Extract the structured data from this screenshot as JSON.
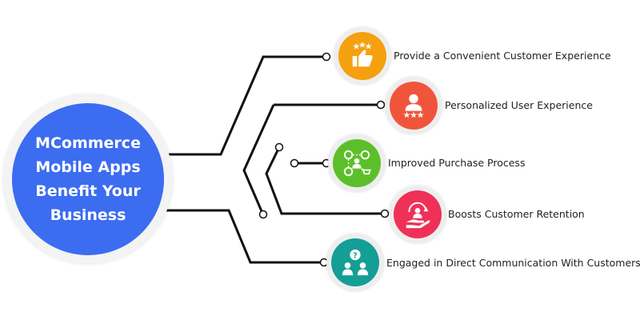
{
  "hub": {
    "title": "MCommerce Mobile Apps Benefit Your Business",
    "color": "#3c6cf0"
  },
  "benefits": [
    {
      "label": "Provide a Convenient Customer Experience",
      "icon": "thumbs-up-stars-icon",
      "color": "#f5a00f"
    },
    {
      "label": "Personalized User Experience",
      "icon": "user-rating-icon",
      "color": "#f0553c"
    },
    {
      "label": "Improved Purchase Process",
      "icon": "purchase-process-icon",
      "color": "#5cbf2a"
    },
    {
      "label": "Boosts Customer Retention",
      "icon": "customer-retention-icon",
      "color": "#ef3158"
    },
    {
      "label": "Engaged in Direct Communication With Customers",
      "icon": "communication-icon",
      "color": "#139e96"
    }
  ]
}
